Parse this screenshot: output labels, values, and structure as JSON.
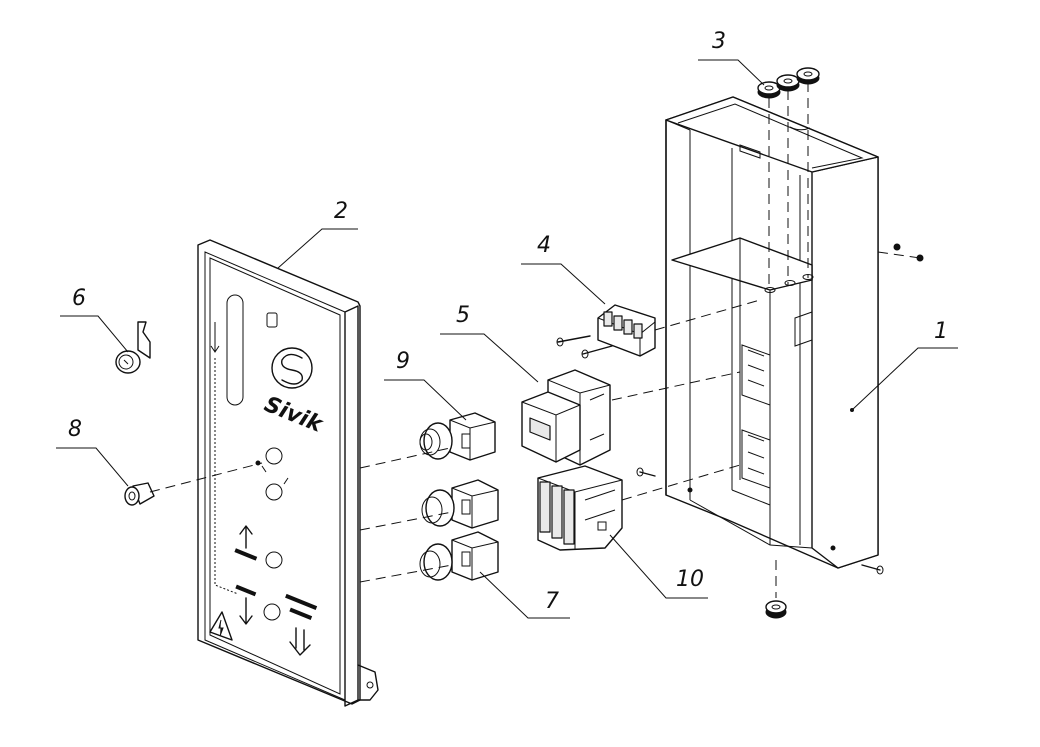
{
  "brand": "Sivik",
  "callouts": [
    {
      "id": "1",
      "text": "1"
    },
    {
      "id": "2",
      "text": "2"
    },
    {
      "id": "3",
      "text": "3"
    },
    {
      "id": "4",
      "text": "4"
    },
    {
      "id": "5",
      "text": "5"
    },
    {
      "id": "6",
      "text": "6"
    },
    {
      "id": "7",
      "text": "7"
    },
    {
      "id": "8",
      "text": "8"
    },
    {
      "id": "9",
      "text": "9"
    },
    {
      "id": "10",
      "text": "10"
    }
  ],
  "colors": {
    "line": "#111111",
    "background": "#ffffff"
  },
  "icons": [
    "warning-triangle-icon",
    "arrow-up-icon",
    "arrow-down-icon",
    "double-arrow-down-icon",
    "brand-logo-icon"
  ]
}
